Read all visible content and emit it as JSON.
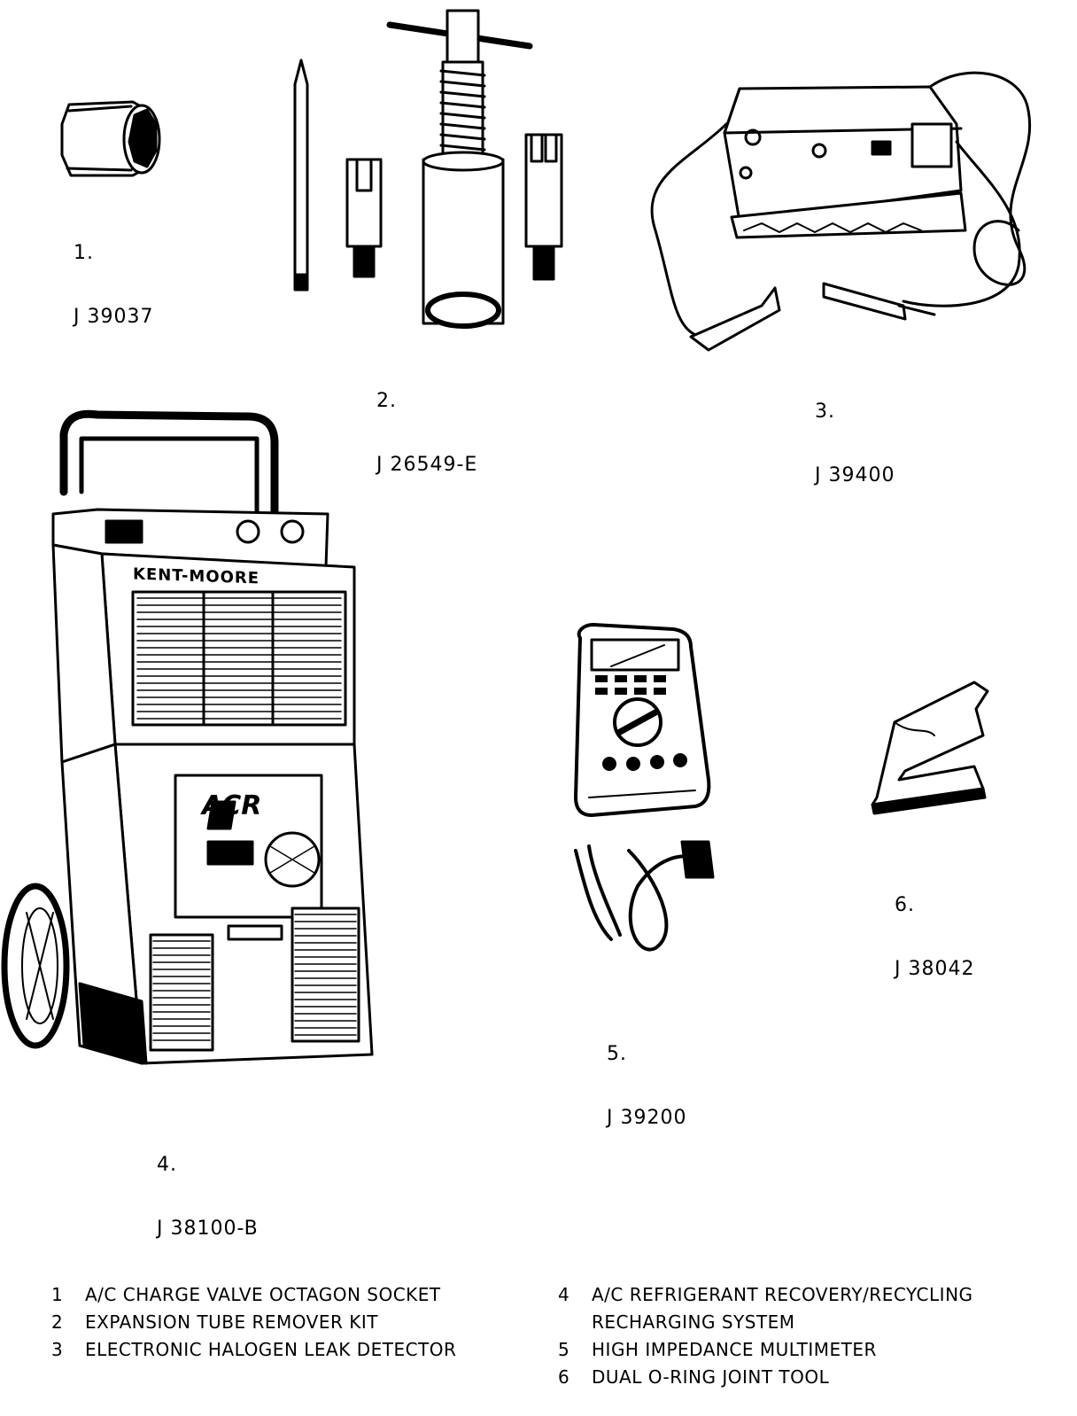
{
  "tools": [
    {
      "num": "1.",
      "part": "J 39037"
    },
    {
      "num": "2.",
      "part": "J 26549-E"
    },
    {
      "num": "3.",
      "part": "J 39400"
    },
    {
      "num": "4.",
      "part": "J 38100-B"
    },
    {
      "num": "5.",
      "part": "J 39200"
    },
    {
      "num": "6.",
      "part": "J 38042"
    }
  ],
  "brand_text": "KENT-MOORE",
  "acr_text": "ACR",
  "legend": [
    {
      "n": "1",
      "text": "A/C CHARGE VALVE OCTAGON SOCKET"
    },
    {
      "n": "2",
      "text": "EXPANSION TUBE REMOVER KIT"
    },
    {
      "n": "3",
      "text": "ELECTRONIC HALOGEN LEAK DETECTOR"
    },
    {
      "n": "4",
      "text": "A/C REFRIGERANT RECOVERY/RECYCLING",
      "cont": "RECHARGING SYSTEM"
    },
    {
      "n": "5",
      "text": "HIGH IMPEDANCE MULTIMETER"
    },
    {
      "n": "6",
      "text": "DUAL O-RING JOINT TOOL"
    }
  ]
}
